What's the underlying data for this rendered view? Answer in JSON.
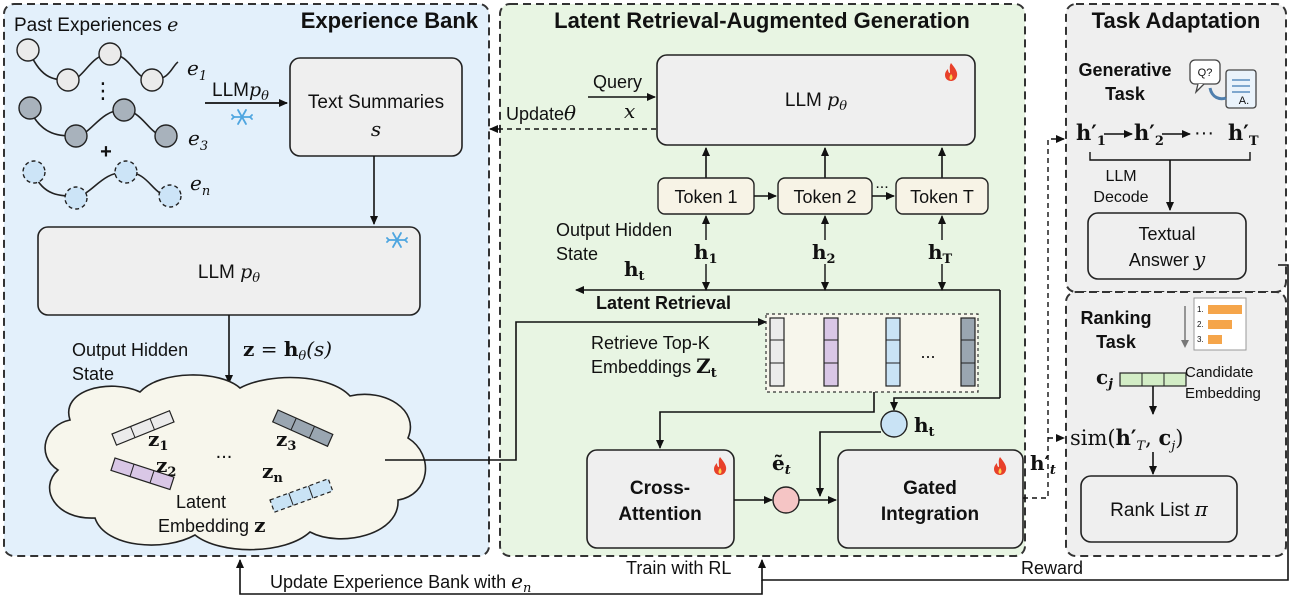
{
  "panels": {
    "experience_bank": {
      "title": "Experience Bank",
      "past_experiences": "Past Experiences",
      "past_experiences_var": "e",
      "chain_e1": "e",
      "chain_e1_sub": "1",
      "chain_e3": "e",
      "chain_e3_sub": "3",
      "chain_en": "e",
      "chain_en_sub": "n",
      "vdots": "⋮",
      "plus": "+",
      "llm_arrow": "LLM",
      "llm_arrow_var": "p",
      "llm_arrow_sub": "θ",
      "text_summaries": "Text Summaries",
      "text_summaries_var": "s",
      "llm_box": "LLM",
      "llm_box_var": "p",
      "llm_box_sub": "θ",
      "output_hidden_1": "Output Hidden",
      "output_hidden_2": "State",
      "z_formula_bold": "z",
      "z_formula_rest": " = ",
      "z_formula_h": "h",
      "z_formula_sub": "θ",
      "z_formula_arg": "(s)",
      "z1": "z",
      "z1_sub": "1",
      "z2": "z",
      "z2_sub": "2",
      "z3": "z",
      "z3_sub": "3",
      "zn": "z",
      "zn_sub": "n",
      "cloud_dots": "...",
      "latent_1": "Latent",
      "latent_2": "Embedding",
      "latent_var": "z"
    },
    "latent_rag": {
      "title": "Latent Retrieval-Augmented Generation",
      "query": "Query",
      "query_var": "x",
      "update_theta": "Update",
      "update_theta_var": "θ",
      "llm": "LLM",
      "llm_var": "p",
      "llm_sub": "θ",
      "token1": "Token 1",
      "token2": "Token 2",
      "tokenT": "Token T",
      "token_dots": "...",
      "output_hidden_1": "Output Hidden",
      "output_hidden_2": "State",
      "h1": "h",
      "h1_sub": "1",
      "h2": "h",
      "h2_sub": "2",
      "hT": "h",
      "hT_sub": "T",
      "ht": "h",
      "ht_sub": "t",
      "latent_retrieval": "Latent Retrieval",
      "retrieve_1": "Retrieve Top-K",
      "retrieve_2": "Embeddings",
      "retrieve_var": "Z",
      "retrieve_sub": "t",
      "emb_dots": "...",
      "ht_circle": "h",
      "ht_circle_sub": "t",
      "cross_1": "Cross-",
      "cross_2": "Attention",
      "et": "ẽ",
      "et_sub": "t",
      "gated_1": "Gated",
      "gated_2": "Integration",
      "hprime": "h′",
      "hprime_sub": "t",
      "train_rl": "Train with RL"
    },
    "task_adaptation": {
      "title": "Task Adaptation",
      "generative_1": "Generative",
      "generative_2": "Task",
      "chain_h1": "h′",
      "chain_h1_sub": "1",
      "chain_h2": "h′",
      "chain_h2_sub": "2",
      "chain_dots": "···",
      "chain_hT": "h′",
      "chain_hT_sub": "T",
      "llm_decode_1": "LLM",
      "llm_decode_2": "Decode",
      "textual_1": "Textual",
      "textual_2": "Answer",
      "textual_var": "y",
      "ranking_1": "Ranking",
      "ranking_2": "Task",
      "cj": "c",
      "cj_sub": "j",
      "candidate_1": "Candidate",
      "candidate_2": "Embedding",
      "sim_prefix": "sim(",
      "sim_h": "h′",
      "sim_h_sub": "T",
      "sim_c": "c",
      "sim_c_sub": "j",
      "sim_suffix": ")",
      "rank_list": "Rank List",
      "rank_var": "π",
      "rank_icon_1": "1.",
      "rank_icon_2": "2.",
      "rank_icon_3": "3.",
      "qa_q": "Q?",
      "qa_a": "A."
    },
    "bottom": {
      "update_bank": "Update Experience Bank with",
      "update_bank_var": "e",
      "update_bank_sub": "n",
      "reward": "Reward"
    }
  },
  "colors": {
    "experience_bg": "#e3f0fb",
    "rag_bg": "#e8f5e3",
    "task_bg": "#efefef",
    "box_fill": "#efefef",
    "node_light": "#ebebeb",
    "node_dark": "#a8b2bc",
    "node_blue": "#cce4f7",
    "emb_purple": "#d9c7e6",
    "emb_blue": "#c9e3f5",
    "emb_gray": "#9aa6b1",
    "emb_green": "#d3edc6",
    "rank_orange": "#f5a54a",
    "et_circle": "#f5c5c5",
    "ht_circle": "#c9e3f5",
    "flame": "#e8402a",
    "snow": "#4fa6e0"
  },
  "icons": {
    "flame": "flame-icon",
    "snowflake": "snowflake-icon",
    "qa": "qa-document-icon",
    "ranking": "ranking-list-icon"
  }
}
